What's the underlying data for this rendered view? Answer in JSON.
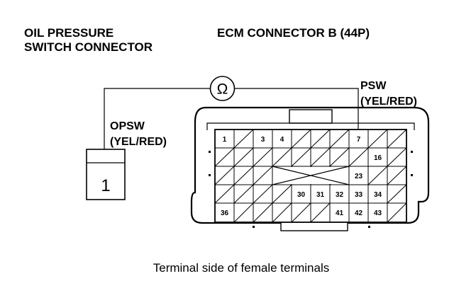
{
  "labels": {
    "oil_pressure_title_line1": "OIL PRESSURE",
    "oil_pressure_title_line2": "SWITCH CONNECTOR",
    "ecm_title": "ECM CONNECTOR B (44P)",
    "psw_name": "PSW",
    "psw_color": "(YEL/RED)",
    "opsw_name": "OPSW",
    "opsw_color": "(YEL/RED)",
    "opsw_pin": "1",
    "ohm_symbol": "Ω",
    "caption": "Terminal side of female terminals"
  },
  "ecm_connector": {
    "pins": {
      "p1": "1",
      "p3": "3",
      "p4": "4",
      "p7": "7",
      "p16": "16",
      "p23": "23",
      "p30": "30",
      "p31": "31",
      "p32": "32",
      "p33": "33",
      "p34": "34",
      "p36": "36",
      "p41": "41",
      "p42": "42",
      "p43": "43"
    }
  }
}
